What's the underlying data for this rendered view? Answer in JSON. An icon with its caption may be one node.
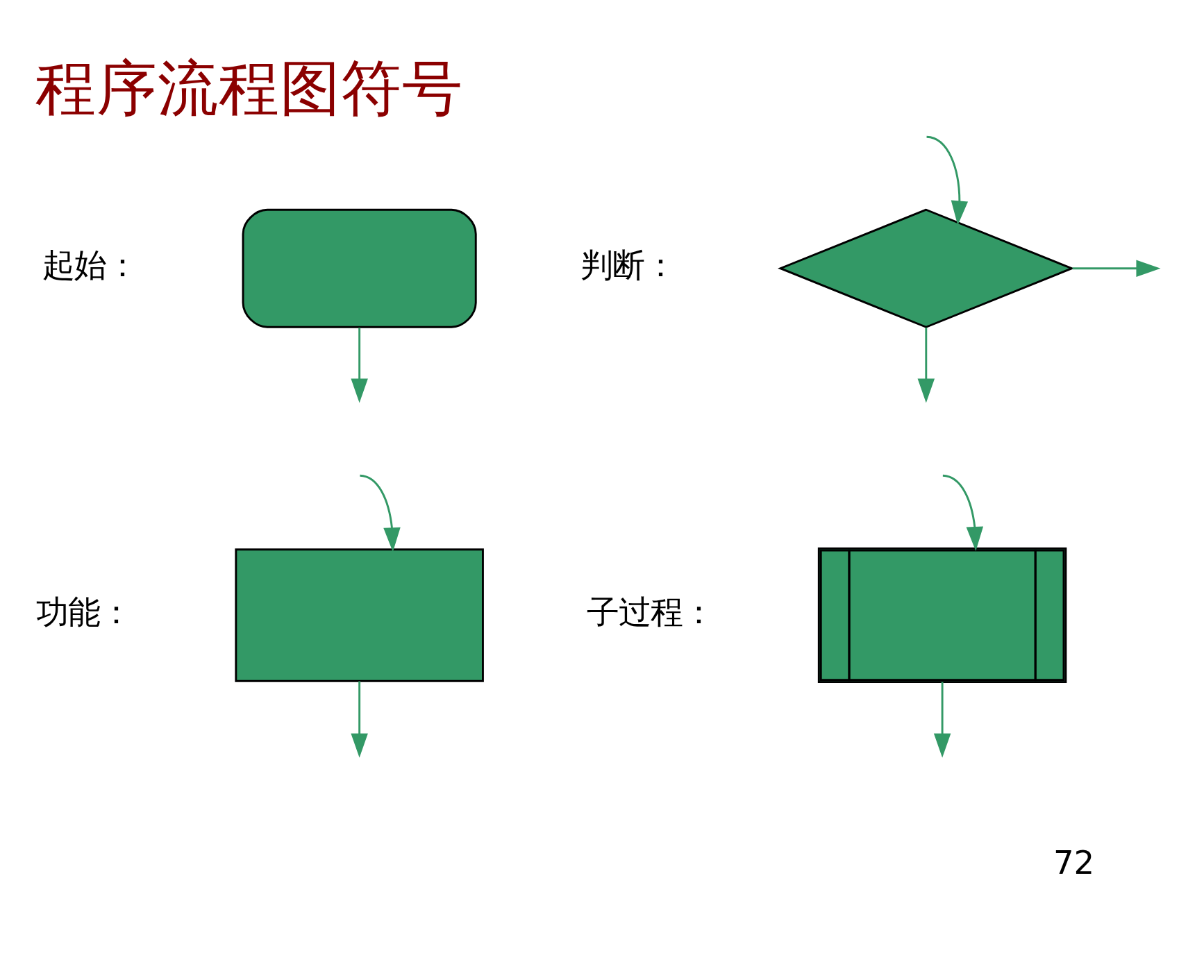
{
  "diagram": {
    "title": "程序流程图符号",
    "nodes": [
      {
        "text": [],
        "shape": "box",
        "beside": [
          "起始："
        ]
      },
      {
        "text": [],
        "shape": "diamond",
        "beside": [
          "判断："
        ]
      },
      {
        "text": [],
        "shape": "box",
        "beside": [
          "功能："
        ]
      },
      {
        "text": [],
        "shape": "box",
        "beside": [
          "子过程："
        ]
      }
    ],
    "edges": [
      {
        "from": 0,
        "to": null,
        "arrow": "to"
      },
      {
        "from": null,
        "to": 1,
        "arrow": "to"
      },
      {
        "from": 1,
        "to": null,
        "arrow": "to"
      },
      {
        "from": 1,
        "to": null,
        "arrow": "to"
      },
      {
        "from": null,
        "to": 2,
        "arrow": "to"
      },
      {
        "from": 2,
        "to": null,
        "arrow": "to"
      },
      {
        "from": null,
        "to": 3,
        "arrow": "to"
      },
      {
        "from": 3,
        "to": null,
        "arrow": "to"
      }
    ],
    "labels": [
      "72"
    ]
  }
}
